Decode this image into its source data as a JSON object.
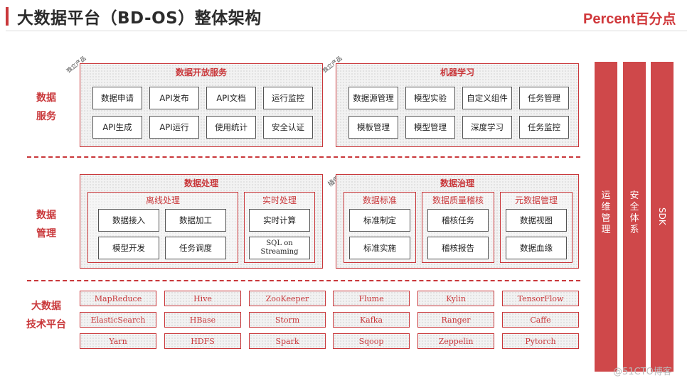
{
  "header": {
    "title": "大数据平台（BD-OS）整体架构",
    "logo_en": "Percent",
    "logo_cn": "百分点"
  },
  "row_labels": {
    "service": [
      "数据",
      "服务"
    ],
    "management": [
      "数据",
      "管理"
    ],
    "tech": [
      "大数据",
      "技术平台"
    ]
  },
  "data_open_service": {
    "tag": "独立产品",
    "title": "数据开放服务",
    "items": [
      "数据申请",
      "API发布",
      "API文档",
      "运行监控",
      "API生成",
      "API运行",
      "使用统计",
      "安全认证"
    ]
  },
  "machine_learning": {
    "tag": "独立产品",
    "title": "机器学习",
    "items": [
      "数据源管理",
      "模型实验",
      "自定义组件",
      "任务管理",
      "模板管理",
      "模型管理",
      "深度学习",
      "任务监控"
    ]
  },
  "data_processing": {
    "title": "数据处理",
    "offline": {
      "title": "离线处理",
      "items": [
        "数据接入",
        "数据加工",
        "模型开发",
        "任务调度"
      ]
    },
    "realtime": {
      "title": "实时处理",
      "items": [
        "实时计算",
        "SQL on",
        "Streaming"
      ]
    }
  },
  "data_governance": {
    "tag": "插件",
    "title": "数据治理",
    "standard": {
      "title": "数据标准",
      "items": [
        "标准制定",
        "标准实施"
      ]
    },
    "quality": {
      "title": "数据质量稽核",
      "items": [
        "稽核任务",
        "稽核报告"
      ]
    },
    "metadata": {
      "title": "元数据管理",
      "items": [
        "数据视图",
        "数据血缘"
      ]
    }
  },
  "tech_platform": [
    [
      "MapReduce",
      "Hive",
      "ZooKeeper",
      "Flume",
      "Kylin",
      "TensorFlow"
    ],
    [
      "ElasticSearch",
      "HBase",
      "Storm",
      "Kafka",
      "Ranger",
      "Caffe"
    ],
    [
      "Yarn",
      "HDFS",
      "Spark",
      "Sqoop",
      "Zeppelin",
      "Pytorch"
    ]
  ],
  "side_bars": {
    "ops": [
      "运",
      "维",
      "管",
      "理"
    ],
    "security": [
      "安",
      "全",
      "体",
      "系"
    ],
    "sdk": "SDK"
  },
  "watermark": "@51CTO博客",
  "colors": {
    "accent": "#c9373a",
    "bar": "#cf484a"
  }
}
